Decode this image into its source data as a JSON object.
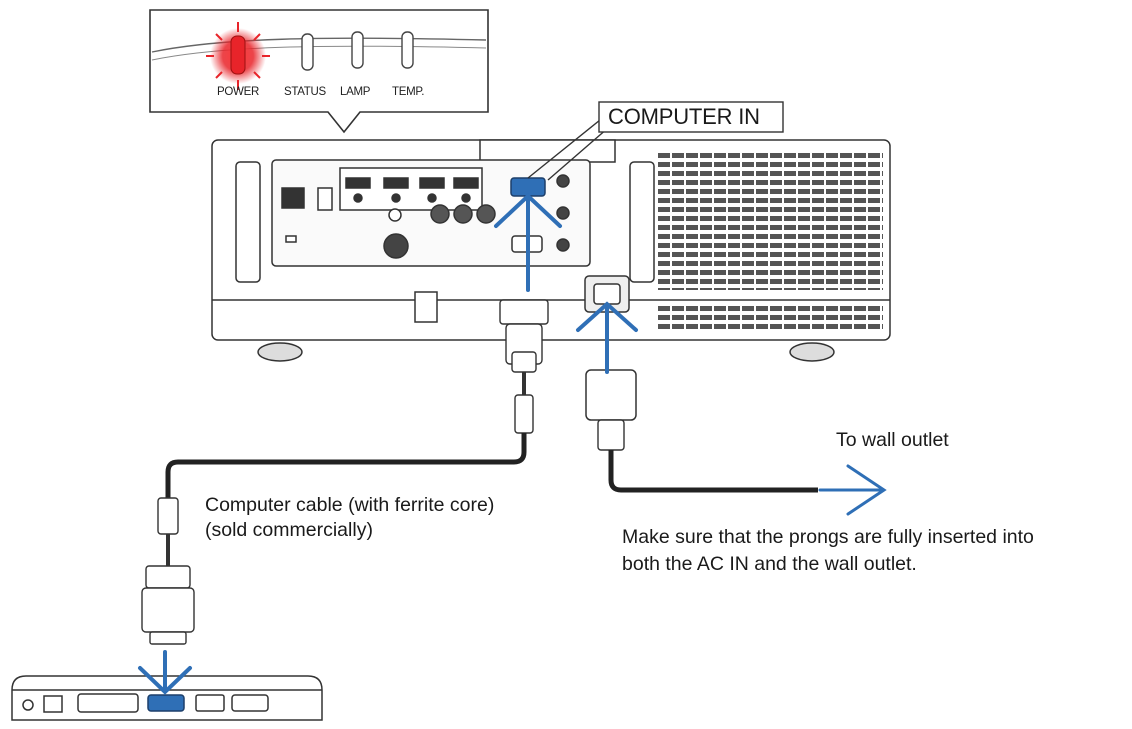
{
  "indicators": {
    "power": "POWER",
    "status": "STATUS",
    "lamp": "LAMP",
    "temp": "TEMP.",
    "power_color": "#e8242a"
  },
  "callout": {
    "computer_in": "COMPUTER IN"
  },
  "annotations": {
    "wall_outlet": "To wall outlet",
    "cable_line1": "Computer cable (with ferrite core)",
    "cable_line2": "(sold commercially)",
    "prongs_line1": "Make sure that the prongs are fully inserted into",
    "prongs_line2": "both the AC IN and the wall outlet."
  },
  "colors": {
    "arrow": "#2f6fb6",
    "outline": "#333333",
    "port_highlight": "#2f6fb6"
  }
}
